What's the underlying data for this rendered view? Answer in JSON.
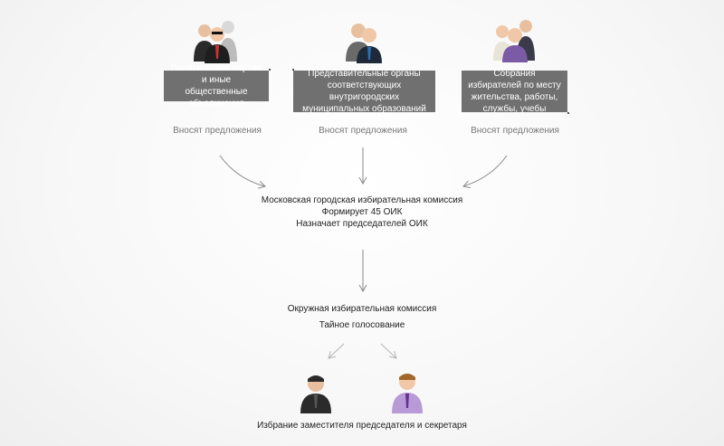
{
  "sources": [
    {
      "label": "Политические партии и иные общественные объединения",
      "icon": "group-of-three-people-icon"
    },
    {
      "label": "Представительные органы соответствующих внутригородских муниципальных образований",
      "icon": "group-of-two-people-icon"
    },
    {
      "label": "Собрания избирателей по месту жительства, работы, службы, учебы",
      "icon": "group-of-three-people-icon"
    }
  ],
  "proposals_note": "Вносят предложения",
  "moscow_commission": {
    "line1": "Московская городская избирательная комиссия",
    "line2": "Формирует 45 ОИК",
    "line3": "Назначает председателей ОИК"
  },
  "district_commission": {
    "line1": "Окружная избирательная комиссия",
    "line2": "Тайное голосование"
  },
  "result": {
    "label": "Избрание заместителя председателя и секретаря",
    "icons": [
      "man-in-dark-suit-icon",
      "man-in-purple-shirt-icon"
    ]
  },
  "colors": {
    "box": "#707070",
    "arrow": "#8a8a8a",
    "arrow_light": "#b5b5b5"
  }
}
